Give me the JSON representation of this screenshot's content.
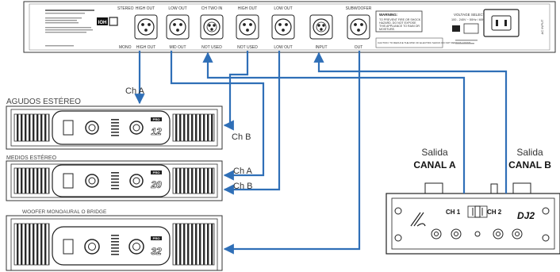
{
  "crossover": {
    "input_label": "INPUT",
    "out_label": "OUT",
    "ports_bottom": [
      "MONO",
      "HIGH OUT",
      "MID OUT",
      "NOT USED",
      "NOT USED",
      "LOW OUT"
    ],
    "ports_top": [
      "STEREO",
      "HIGH OUT",
      "LOW OUT",
      "CH TWO IN",
      "HIGH OUT",
      "LOW OUT",
      "SUBWOOFER"
    ],
    "warning_title": "WARNING:",
    "warning_lines": [
      "TO PREVENT FIRE OR SHOCK",
      "HAZARD, DO NOT EXPOSE",
      "THIS APPLIANCE TO RAIN OR",
      "MOISTURE."
    ],
    "voltage_title": "VOLTAGE SELECTOR:",
    "voltage_values": "100 - 240V ~ 50Hz / 60Hz",
    "ac_label": "AC INPUT",
    "caution_text": "CAUTION: TO REDUCE THE RISK OF ELECTRIC SHOCK DO NOT REMOVE COVER",
    "brand_badge": "IOH"
  },
  "amplifiers": [
    {
      "label": "AGUDOS ESTÉREO",
      "badge": "PRO",
      "model": "12"
    },
    {
      "label": "MEDIOS ESTÉREO",
      "badge": "PRO",
      "model": "20"
    },
    {
      "label": "WOOFER MONOAURAL O BRIDGE",
      "badge": "PRO",
      "model": "32"
    }
  ],
  "channel_labels": {
    "a1": "Ch A",
    "b1": "Ch B",
    "a2": "Ch A",
    "b2": "Ch B"
  },
  "mixer": {
    "salida": "Salida",
    "canal_a": "CANAL A",
    "canal_b": "CANAL B",
    "ch1": "CH 1",
    "ch2": "CH 2",
    "model": "DJ2"
  },
  "colors": {
    "cable": "#2f6fb7",
    "outline": "#333333"
  }
}
